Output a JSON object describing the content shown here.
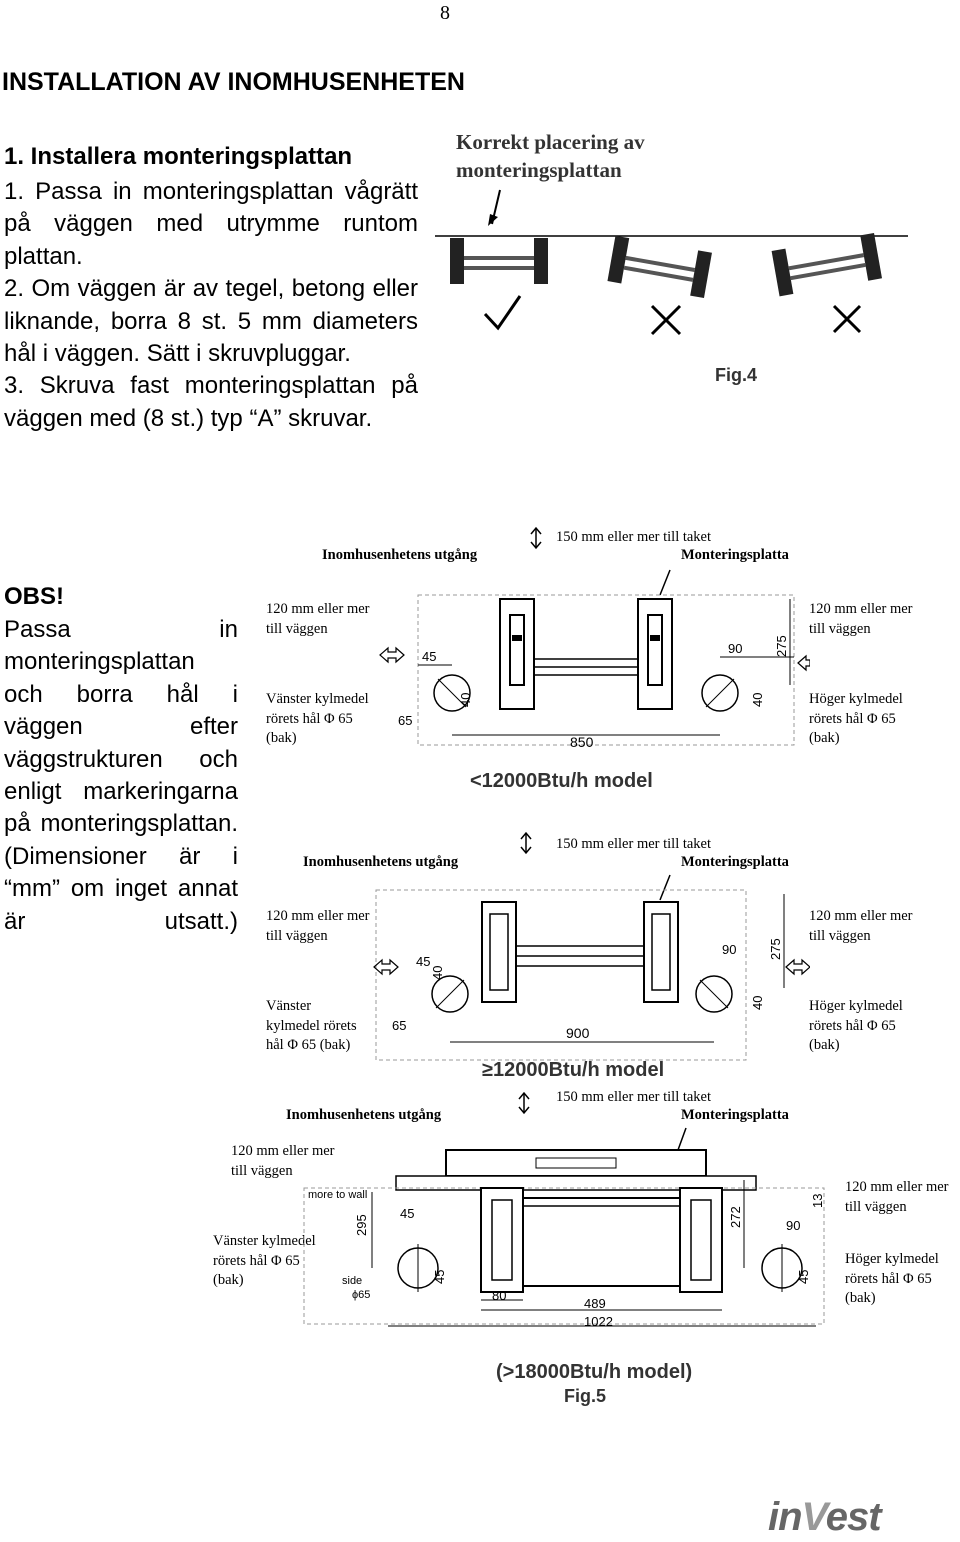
{
  "page_number": "8",
  "heading": "INSTALLATION AV INOMHUSENHETEN",
  "section": {
    "title": "1. Installera monteringsplattan",
    "steps": [
      "1. Passa in monteringsplattan vågrätt på väggen med utrymme runtom plattan.",
      "2. Om väggen är av tegel, betong eller liknande, borra 8 st. 5 mm diameters hål i väggen. Sätt i skruvpluggar.",
      "3. Skruva fast monteringsplattan på väggen med (8 st.) typ “A” skruvar."
    ]
  },
  "obs": {
    "title": "OBS!",
    "text": "Passa in monteringsplattan och borra hål i väggen efter väggstrukturen och enligt markeringarna på monteringsplattan. (Dimensioner är i “mm” om inget annat är utsatt.)"
  },
  "fig4": {
    "caption": "Korrekt placering av monteringsplattan",
    "label": "Fig.4"
  },
  "labels": {
    "outlet": "Inomhusenhetens utgång",
    "ceiling": "150 mm eller mer till taket",
    "plate": "Monteringsplatta",
    "wall_line1": "120 mm eller mer",
    "wall_line2": "till väggen",
    "left_pipe_l1": "Vänster kylmedel",
    "left_pipe_l2": "rörets hål Φ 65",
    "left_pipe_l3": "(bak)",
    "left_pipe_alt_l1": "Vänster",
    "left_pipe_alt_l2": "kylmedel rörets",
    "left_pipe_alt_l3": "hål Φ 65  (bak)",
    "right_pipe_l1": "Höger kylmedel",
    "right_pipe_l2": "rörets hål Φ 65",
    "right_pipe_l3": "(bak)"
  },
  "diagram1": {
    "model": "<12000Btu/h model",
    "d45": "45",
    "d40a": "40",
    "d90": "90",
    "d275": "275",
    "d40b": "40",
    "d850": "850",
    "d65": "65"
  },
  "diagram2": {
    "model": "≥12000Btu/h model",
    "d45": "45",
    "d40a": "40",
    "d90": "90",
    "d275": "275",
    "d40b": "40",
    "d900": "900",
    "d65": "65"
  },
  "diagram3": {
    "model": "(>18000Btu/h model)",
    "fig": "Fig.5",
    "more_to_wall": "more to wall",
    "side": "side",
    "d295": "295",
    "d45a": "45",
    "d45b": "45",
    "d272": "272",
    "d90": "90",
    "d45c": "45",
    "d80": "80",
    "d489": "489",
    "d1022": "1022",
    "d65": "ϕ65",
    "d13": "13"
  },
  "logo": {
    "part1": "in",
    "part2": "V",
    "part3": "est"
  }
}
